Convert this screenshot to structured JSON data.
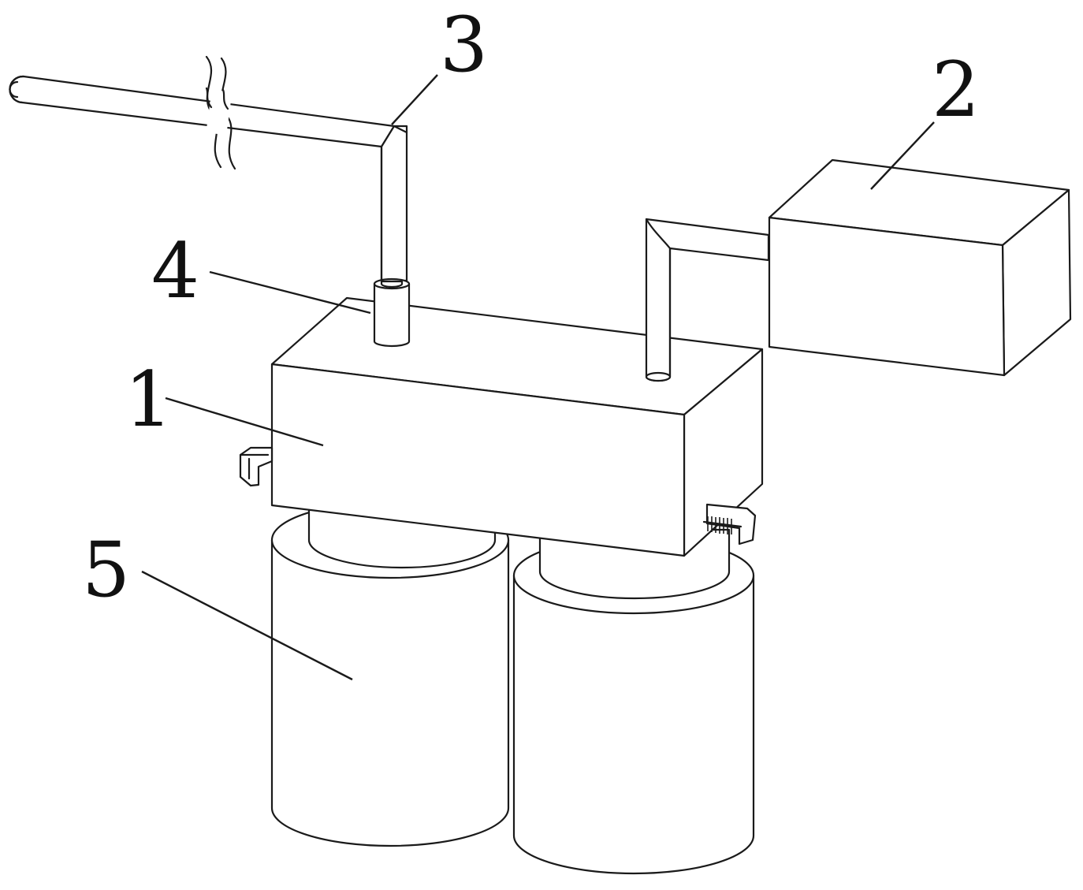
{
  "reference_numerals": [
    {
      "id": "1",
      "text": "1"
    },
    {
      "id": "2",
      "text": "2"
    },
    {
      "id": "3",
      "text": "3"
    },
    {
      "id": "4",
      "text": "4"
    },
    {
      "id": "5",
      "text": "5"
    }
  ]
}
